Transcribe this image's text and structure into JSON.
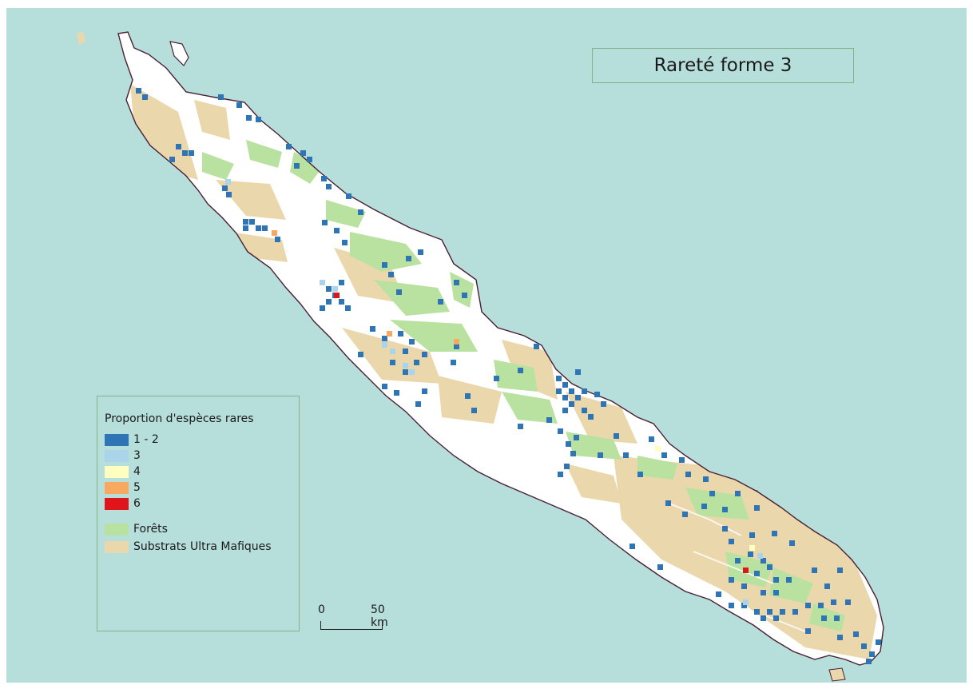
{
  "title": "Rareté forme 3",
  "colors": {
    "sea": "#b6dfdb",
    "land": "#ffffff",
    "coast": "#4a1f33",
    "forest": "#b9e2a0",
    "ultramafic": "#ebd7ac",
    "class_1_2": "#2f74b5",
    "class_3": "#a9d4e9",
    "class_4": "#ffffc0",
    "class_5": "#f9a95f",
    "class_6": "#e0141b"
  },
  "legend": {
    "title": "Proportion d'espèces rares",
    "classes": [
      {
        "label": "1 - 2",
        "color": "#2f74b5"
      },
      {
        "label": "3",
        "color": "#a9d4e9"
      },
      {
        "label": "4",
        "color": "#ffffc0"
      },
      {
        "label": "5",
        "color": "#f9a95f"
      },
      {
        "label": "6",
        "color": "#e0141b"
      }
    ],
    "layers": [
      {
        "label": "Forêts",
        "color": "#b9e2a0"
      },
      {
        "label": "Substrats Ultra Mafiques",
        "color": "#ebd7ac"
      }
    ]
  },
  "scale_bar": {
    "start_label": "0",
    "end_label": "50 km"
  }
}
